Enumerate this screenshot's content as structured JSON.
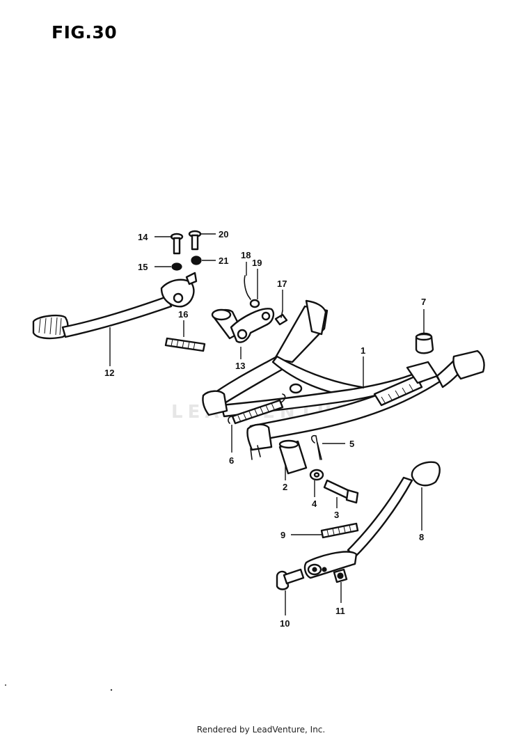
{
  "figure": {
    "title": "FIG.30"
  },
  "watermark": "LEADVENTURE",
  "footer": "Rendered by LeadVenture, Inc.",
  "callouts": {
    "c1": "1",
    "c2": "2",
    "c3": "3",
    "c4": "4",
    "c5": "5",
    "c6": "6",
    "c7": "7",
    "c8": "8",
    "c9": "9",
    "c10": "10",
    "c11": "11",
    "c12": "12",
    "c13": "13",
    "c14": "14",
    "c15": "15",
    "c16": "16",
    "c17": "17",
    "c18": "18",
    "c19": "19",
    "c20": "20",
    "c21": "21"
  }
}
